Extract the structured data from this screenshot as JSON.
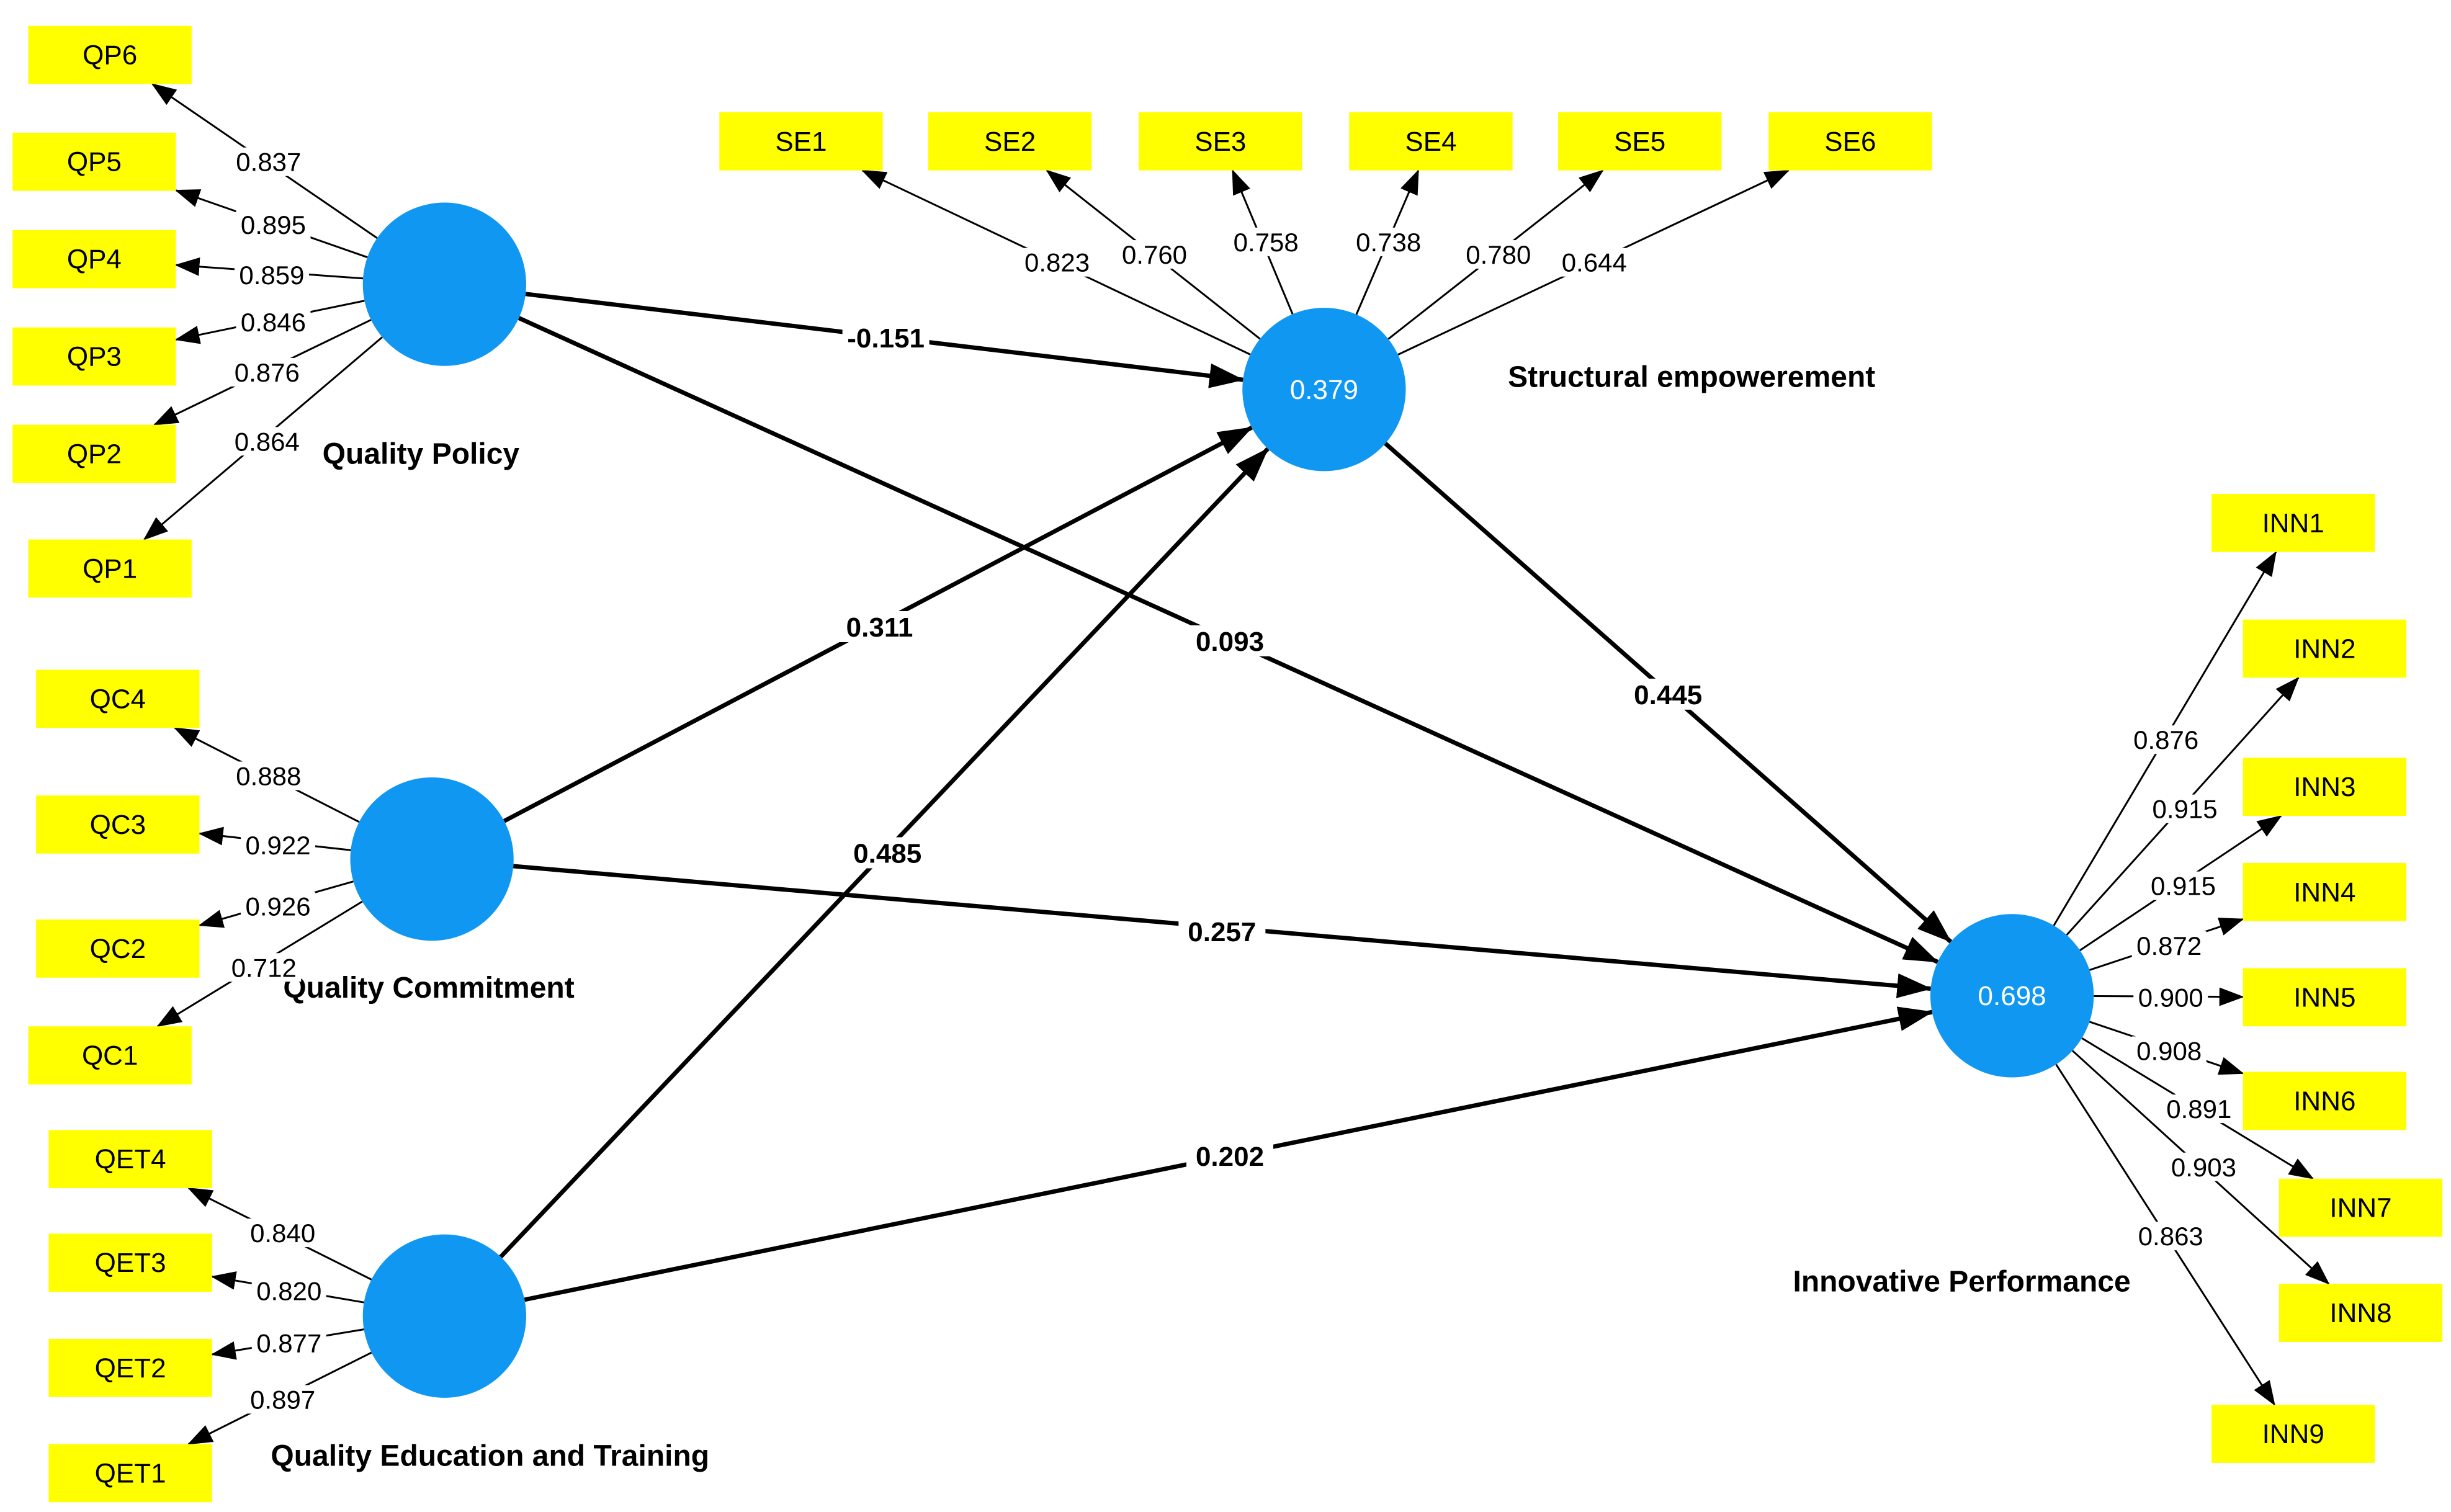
{
  "colors": {
    "construct_fill": "#1097f2",
    "indicator_fill": "#ffff00",
    "edge": "#000000",
    "r2_text": "#ffffff"
  },
  "constructs": [
    {
      "id": "QP",
      "name": "Quality Policy",
      "r2": ""
    },
    {
      "id": "QC",
      "name": "Quality Commitment",
      "r2": ""
    },
    {
      "id": "QET",
      "name": "Quality Education and Training",
      "r2": ""
    },
    {
      "id": "SE",
      "name": "Structural empowerement",
      "r2": "0.379"
    },
    {
      "id": "INN",
      "name": "Innovative Performance",
      "r2": "0.698"
    }
  ],
  "indicators": [
    {
      "id": "QP6",
      "construct": "QP",
      "loading": "0.837"
    },
    {
      "id": "QP5",
      "construct": "QP",
      "loading": "0.895"
    },
    {
      "id": "QP4",
      "construct": "QP",
      "loading": "0.859"
    },
    {
      "id": "QP3",
      "construct": "QP",
      "loading": "0.846"
    },
    {
      "id": "QP2",
      "construct": "QP",
      "loading": "0.876"
    },
    {
      "id": "QP1",
      "construct": "QP",
      "loading": "0.864"
    },
    {
      "id": "QC4",
      "construct": "QC",
      "loading": "0.888"
    },
    {
      "id": "QC3",
      "construct": "QC",
      "loading": "0.922"
    },
    {
      "id": "QC2",
      "construct": "QC",
      "loading": "0.926"
    },
    {
      "id": "QC1",
      "construct": "QC",
      "loading": "0.712"
    },
    {
      "id": "QET4",
      "construct": "QET",
      "loading": "0.840"
    },
    {
      "id": "QET3",
      "construct": "QET",
      "loading": "0.820"
    },
    {
      "id": "QET2",
      "construct": "QET",
      "loading": "0.877"
    },
    {
      "id": "QET1",
      "construct": "QET",
      "loading": "0.897"
    },
    {
      "id": "SE1",
      "construct": "SE",
      "loading": "0.823"
    },
    {
      "id": "SE2",
      "construct": "SE",
      "loading": "0.760"
    },
    {
      "id": "SE3",
      "construct": "SE",
      "loading": "0.758"
    },
    {
      "id": "SE4",
      "construct": "SE",
      "loading": "0.738"
    },
    {
      "id": "SE5",
      "construct": "SE",
      "loading": "0.780"
    },
    {
      "id": "SE6",
      "construct": "SE",
      "loading": "0.644"
    },
    {
      "id": "INN1",
      "construct": "INN",
      "loading": "0.876"
    },
    {
      "id": "INN2",
      "construct": "INN",
      "loading": "0.915"
    },
    {
      "id": "INN3",
      "construct": "INN",
      "loading": "0.915"
    },
    {
      "id": "INN4",
      "construct": "INN",
      "loading": "0.872"
    },
    {
      "id": "INN5",
      "construct": "INN",
      "loading": "0.900"
    },
    {
      "id": "INN6",
      "construct": "INN",
      "loading": "0.908"
    },
    {
      "id": "INN7",
      "construct": "INN",
      "loading": "0.891"
    },
    {
      "id": "INN8",
      "construct": "INN",
      "loading": "0.903"
    },
    {
      "id": "INN9",
      "construct": "INN",
      "loading": "0.863"
    }
  ],
  "paths": [
    {
      "from": "QP",
      "to": "SE",
      "coef": "-0.151"
    },
    {
      "from": "QP",
      "to": "INN",
      "coef": "0.093"
    },
    {
      "from": "QC",
      "to": "SE",
      "coef": "0.311"
    },
    {
      "from": "QC",
      "to": "INN",
      "coef": "0.257"
    },
    {
      "from": "QET",
      "to": "SE",
      "coef": "0.485"
    },
    {
      "from": "QET",
      "to": "INN",
      "coef": "0.202"
    },
    {
      "from": "SE",
      "to": "INN",
      "coef": "0.445"
    }
  ]
}
